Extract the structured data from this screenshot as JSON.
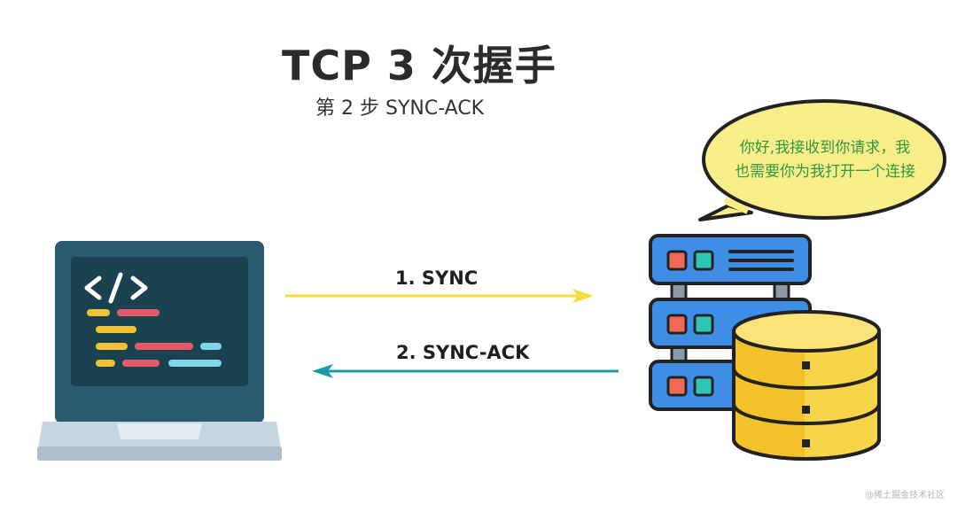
{
  "title": "TCP 3 次握手",
  "subtitle": "第 2 步 SYNC-ACK",
  "arrows": [
    {
      "label": "1. SYNC",
      "color": "#f5dc3a"
    },
    {
      "label": "2. SYNC-ACK",
      "color": "#1a9aa6"
    }
  ],
  "speech_bubble": {
    "line1": "你好,我接收到你请求，我",
    "line2": "也需要你为我打开一个连接"
  },
  "colors": {
    "laptop_frame": "#2a5a6e",
    "laptop_screen": "#19414f",
    "laptop_base": "#c6d7e4",
    "server_body": "#3f8ee6",
    "database_fill": "#f7d548",
    "bubble_fill": "#faee8a"
  },
  "watermark": "@稀土掘金技术社区"
}
